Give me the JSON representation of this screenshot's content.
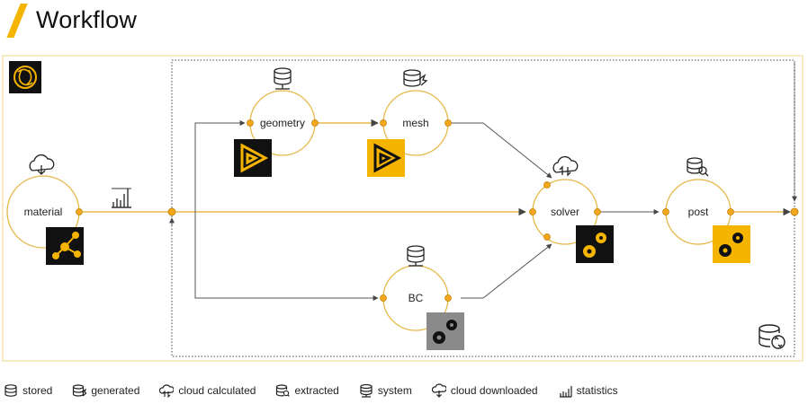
{
  "header": {
    "title": "Workflow"
  },
  "nodes": {
    "material": "material",
    "geometry": "geometry",
    "mesh": "mesh",
    "solver": "solver",
    "post": "post",
    "bc": "BC"
  },
  "legend": [
    {
      "icon": "stored-icon",
      "label": "stored"
    },
    {
      "icon": "generated-icon",
      "label": "generated"
    },
    {
      "icon": "cloud-calculated-icon",
      "label": "cloud calculated"
    },
    {
      "icon": "extracted-icon",
      "label": "extracted"
    },
    {
      "icon": "system-icon",
      "label": "system"
    },
    {
      "icon": "cloud-downloaded-icon",
      "label": "cloud downloaded"
    },
    {
      "icon": "statistics-icon",
      "label": "statistics"
    }
  ],
  "colors": {
    "accent": "#f5b400",
    "port": "#f2a81d",
    "dark_tile": "#111111",
    "gray_tile": "#8a8a8a",
    "line": "#555555"
  }
}
